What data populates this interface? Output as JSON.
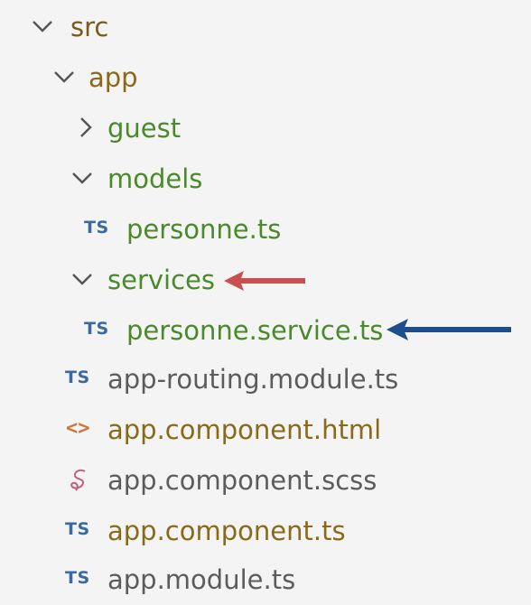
{
  "colors": {
    "folder_label": "#4a8a2a",
    "ts_label_modified": "#8a6a18",
    "plain_label": "#5c5c5c",
    "ts_icon": "#3a6aa0",
    "html_icon": "#c8783c",
    "scss_icon": "#c06080",
    "red_arrow": "#c8504e",
    "blue_arrow": "#1e4e8c"
  },
  "tree": {
    "items": [
      {
        "label": "src",
        "kind": "folder",
        "expanded": true,
        "icon": "chevron-down-icon"
      },
      {
        "label": "app",
        "kind": "folder",
        "expanded": true,
        "icon": "chevron-down-icon"
      },
      {
        "label": "guest",
        "kind": "folder",
        "expanded": false,
        "icon": "chevron-right-icon"
      },
      {
        "label": "models",
        "kind": "folder",
        "expanded": true,
        "icon": "chevron-down-icon"
      },
      {
        "label": "personne.ts",
        "kind": "file",
        "icon": "typescript-file-icon",
        "icon_text": "TS"
      },
      {
        "label": "services",
        "kind": "folder",
        "expanded": true,
        "icon": "chevron-down-icon"
      },
      {
        "label": "personne.service.ts",
        "kind": "file",
        "icon": "typescript-file-icon",
        "icon_text": "TS"
      },
      {
        "label": "app-routing.module.ts",
        "kind": "file",
        "icon": "typescript-file-icon",
        "icon_text": "TS"
      },
      {
        "label": "app.component.html",
        "kind": "file",
        "icon": "html-file-icon",
        "icon_text": "<>"
      },
      {
        "label": "app.component.scss",
        "kind": "file",
        "icon": "scss-file-icon"
      },
      {
        "label": "app.component.ts",
        "kind": "file",
        "icon": "typescript-file-icon",
        "icon_text": "TS"
      },
      {
        "label": "app.module.ts",
        "kind": "file",
        "icon": "typescript-file-icon",
        "icon_text": "TS"
      }
    ]
  },
  "annotations": {
    "red_arrow_target": "services",
    "blue_arrow_target": "personne.service.ts"
  }
}
